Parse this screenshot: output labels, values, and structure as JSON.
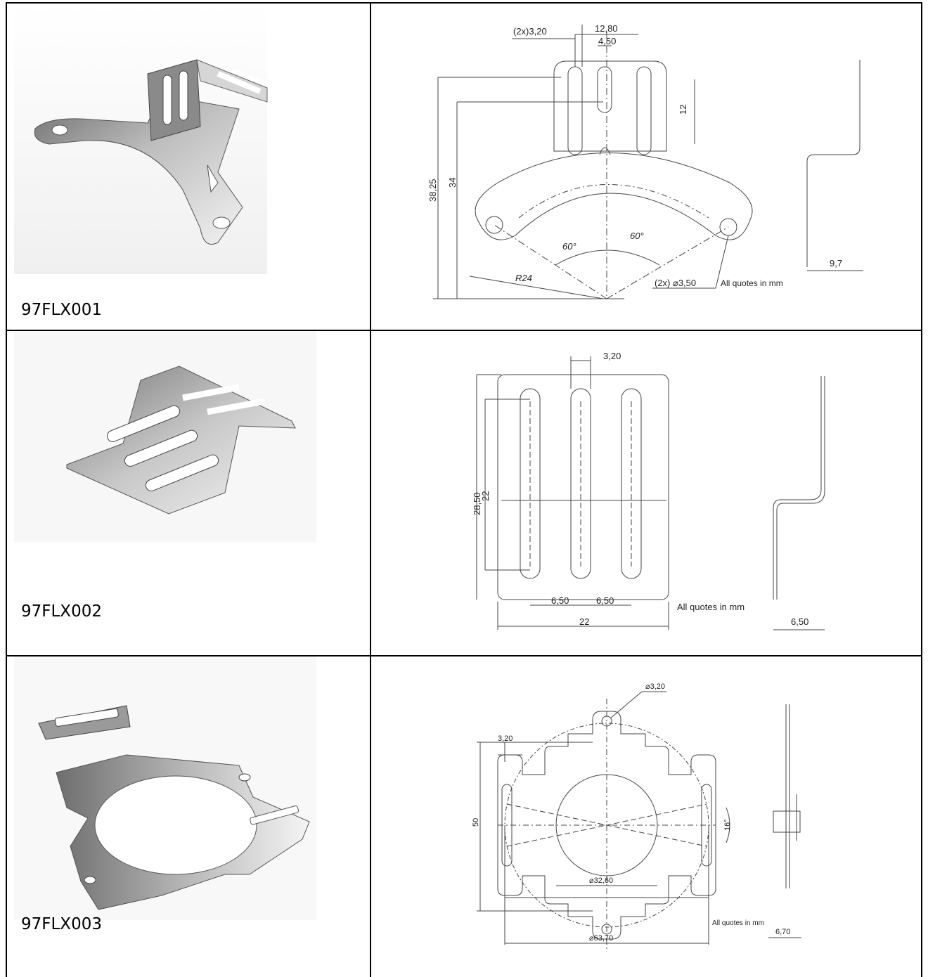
{
  "rows": [
    {
      "code": "97FLX001",
      "drawing": {
        "dims": [
          "(2x)3,20",
          "12,80",
          "4,50",
          "12",
          "38,25",
          "34",
          "60°",
          "60°",
          "R24",
          "(2x) ⌀3,50",
          "9,7"
        ],
        "note": "All quotes in mm"
      }
    },
    {
      "code": "97FLX002",
      "drawing": {
        "dims": [
          "3,20",
          "28,50",
          "22",
          "6,50",
          "6,50",
          "22",
          "6,50"
        ],
        "note": "All quotes in mm"
      }
    },
    {
      "code": "97FLX003",
      "drawing": {
        "dims": [
          "⌀3,20",
          "3,20",
          "50",
          "16°",
          "⌀32,60",
          "⌀63,70",
          "6,70"
        ],
        "note": "All quotes in mm"
      }
    }
  ]
}
